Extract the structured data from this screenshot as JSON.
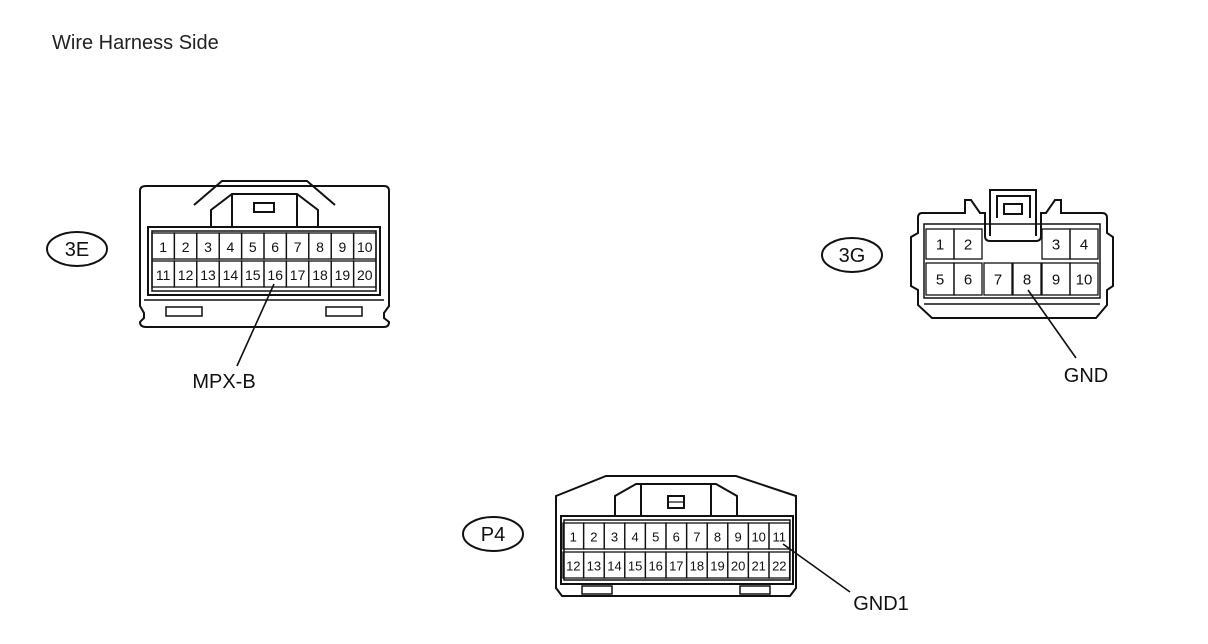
{
  "title": "Wire Harness Side",
  "connectors": [
    {
      "id": "3E",
      "pins": [
        "1",
        "2",
        "3",
        "4",
        "5",
        "6",
        "7",
        "8",
        "9",
        "10",
        "11",
        "12",
        "13",
        "14",
        "15",
        "16",
        "17",
        "18",
        "19",
        "20"
      ],
      "callout": {
        "text": "MPX-B",
        "pin": "16"
      }
    },
    {
      "id": "3G",
      "pins": [
        "1",
        "2",
        "3",
        "4",
        "5",
        "6",
        "7",
        "8",
        "9",
        "10"
      ],
      "callout": {
        "text": "GND",
        "pin": "8"
      }
    },
    {
      "id": "P4",
      "pins": [
        "1",
        "2",
        "3",
        "4",
        "5",
        "6",
        "7",
        "8",
        "9",
        "10",
        "11",
        "12",
        "13",
        "14",
        "15",
        "16",
        "17",
        "18",
        "19",
        "20",
        "21",
        "22"
      ],
      "callout": {
        "text": "GND1",
        "pin": "11"
      }
    }
  ]
}
